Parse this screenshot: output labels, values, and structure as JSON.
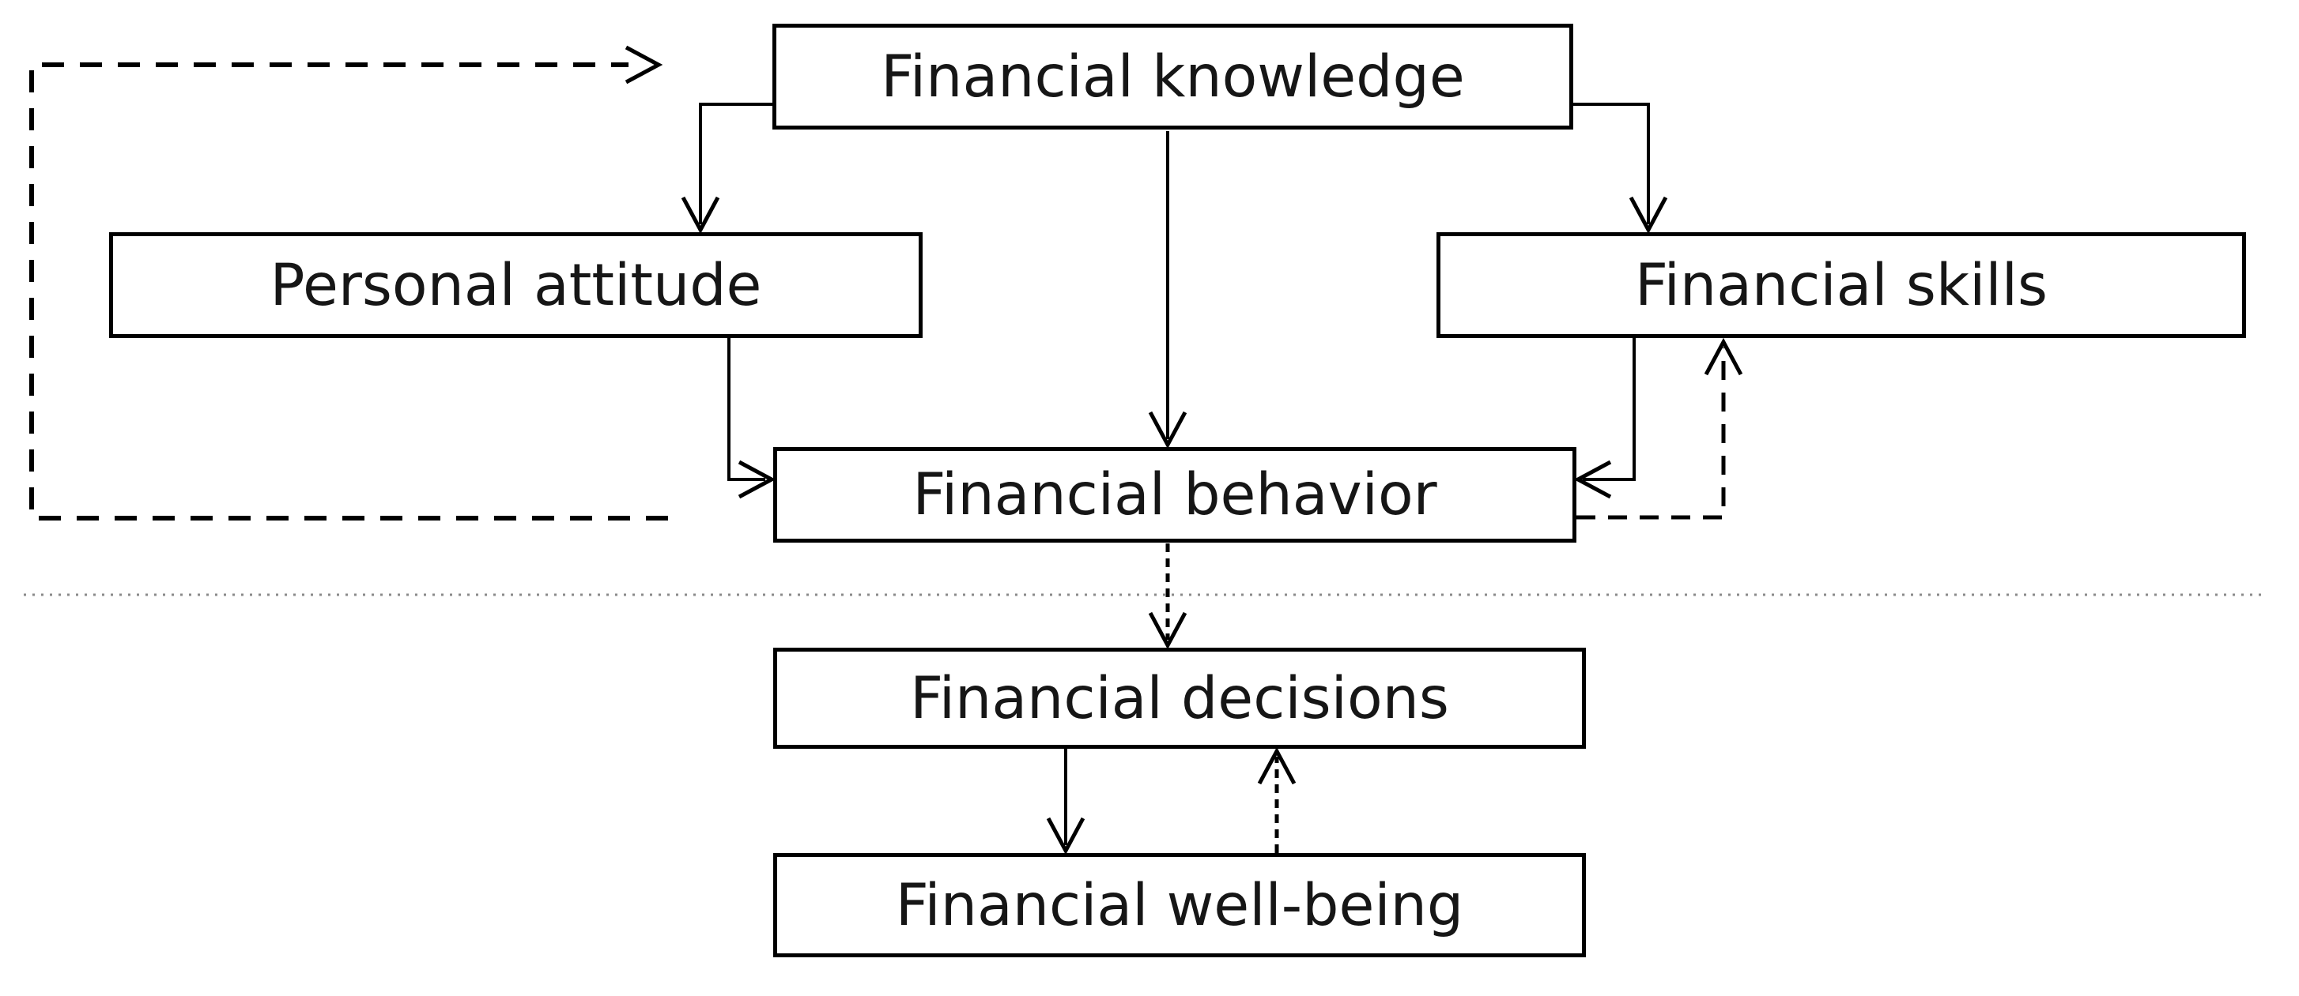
{
  "diagram": {
    "nodes": [
      {
        "id": "financial-knowledge",
        "label": "Financial knowledge"
      },
      {
        "id": "personal-attitude",
        "label": "Personal attitude"
      },
      {
        "id": "financial-skills",
        "label": "Financial skills"
      },
      {
        "id": "financial-behavior",
        "label": "Financial behavior"
      },
      {
        "id": "financial-decisions",
        "label": "Financial decisions"
      },
      {
        "id": "financial-well-being",
        "label": "Financial well-being"
      }
    ],
    "edges": [
      {
        "from": "financial-knowledge",
        "to": "personal-attitude",
        "style": "solid"
      },
      {
        "from": "financial-knowledge",
        "to": "financial-behavior",
        "style": "solid"
      },
      {
        "from": "financial-knowledge",
        "to": "financial-skills",
        "style": "solid"
      },
      {
        "from": "personal-attitude",
        "to": "financial-behavior",
        "style": "solid"
      },
      {
        "from": "financial-skills",
        "to": "financial-behavior",
        "style": "solid"
      },
      {
        "from": "financial-behavior",
        "to": "financial-knowledge",
        "style": "dashed-feedback-loop"
      },
      {
        "from": "financial-behavior",
        "to": "financial-skills",
        "style": "dashed-feedback"
      },
      {
        "from": "financial-behavior",
        "to": "financial-decisions",
        "style": "dotted"
      },
      {
        "from": "financial-decisions",
        "to": "financial-well-being",
        "style": "solid"
      },
      {
        "from": "financial-well-being",
        "to": "financial-decisions",
        "style": "dotted-feedback"
      }
    ],
    "divider": {
      "style": "dotted-horizontal-rule",
      "position": "between behavior and decisions"
    },
    "colors": {
      "ink": "#000000",
      "text": "#161616",
      "background": "#ffffff",
      "divider_dots": "#8a8a8a"
    }
  }
}
